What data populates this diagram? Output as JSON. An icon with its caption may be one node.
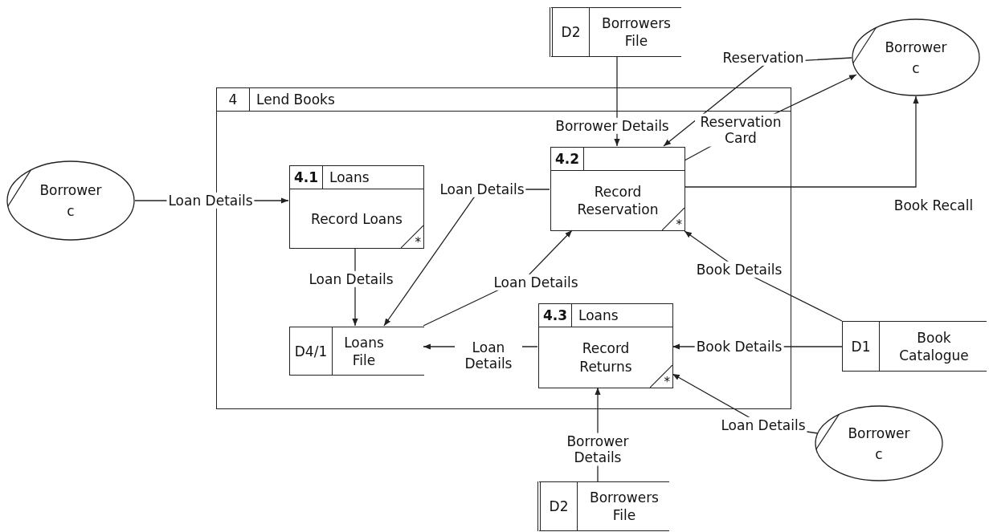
{
  "diagram": {
    "nodes": [
      {
        "text": [
          "4",
          "Lend Books"
        ]
      },
      {
        "text": [
          "4.1",
          "Loans",
          "Record Loans",
          "*"
        ],
        "in": 0
      },
      {
        "text": [
          "4.2",
          "Record Reservation",
          "*"
        ],
        "in": 0
      },
      {
        "text": [
          "4.3",
          "Loans",
          "Record Returns",
          "*"
        ],
        "in": 0
      },
      {
        "text": [
          "D4/1",
          "Loans File"
        ],
        "in": 0
      },
      {
        "text": [
          "Borrower",
          "c"
        ]
      },
      {
        "text": [
          "Borrower",
          "c"
        ]
      },
      {
        "text": [
          "Borrower",
          "c"
        ]
      },
      {
        "text": [
          "D2",
          "Borrowers File"
        ]
      },
      {
        "text": [
          "D2",
          "Borrowers File"
        ]
      },
      {
        "text": [
          "D1",
          "Book Catalogue"
        ]
      }
    ],
    "edges": [
      {
        "from": 5,
        "to": 1,
        "arrow": "to",
        "label": "Loan Details"
      },
      {
        "from": 1,
        "to": 4,
        "arrow": "to",
        "label": "Loan Details"
      },
      {
        "from": 2,
        "to": 4,
        "arrow": "to",
        "label": "Loan Details"
      },
      {
        "from": 4,
        "to": 2,
        "arrow": "to",
        "label": "Loan Details"
      },
      {
        "from": 3,
        "to": 4,
        "arrow": "to",
        "label": "Loan Details"
      },
      {
        "from": 8,
        "to": 2,
        "arrow": "to",
        "label": "Borrower Details"
      },
      {
        "from": 6,
        "to": 2,
        "arrow": "to",
        "label": "Reservation"
      },
      {
        "from": 2,
        "to": 6,
        "arrow": "to",
        "label": "Reservation Card"
      },
      {
        "from": 2,
        "to": 6,
        "arrow": "to",
        "label": "Book Recall"
      },
      {
        "from": 10,
        "to": 2,
        "arrow": "to",
        "label": "Book Details"
      },
      {
        "from": 10,
        "to": 3,
        "arrow": "to",
        "label": "Book Details"
      },
      {
        "from": 7,
        "to": 3,
        "arrow": "to",
        "label": "Loan Details"
      },
      {
        "from": 9,
        "to": 3,
        "arrow": "to",
        "label": "Borrower Details"
      }
    ]
  }
}
